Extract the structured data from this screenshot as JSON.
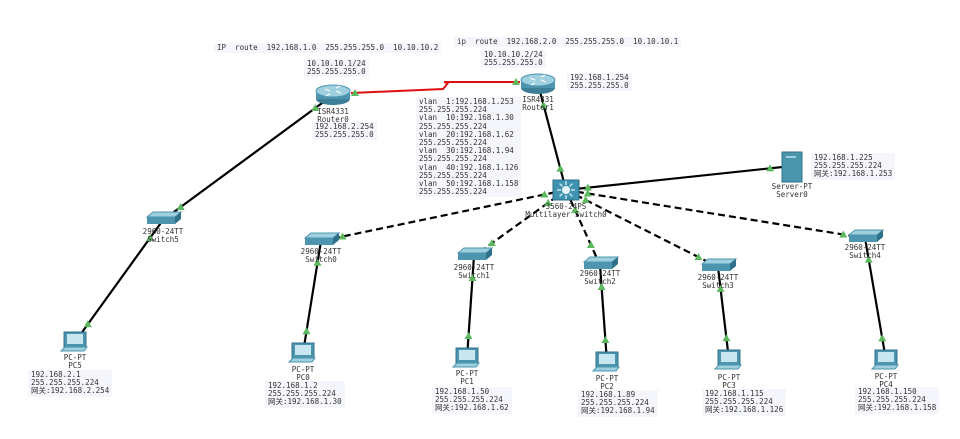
{
  "notes": {
    "router0_route": "IP  route  192.168.1.0  255.255.255.0  10.10.10.2",
    "router1_route": "ip  route  192.168.2.0  255.255.255.0  10.10.10.1",
    "router0_wan": [
      "10.10.10.1/24",
      "255.255.255.0"
    ],
    "router1_wan": [
      "10.10.10.2/24",
      "255.255.255.0"
    ],
    "router1_lan": [
      "192.168.1.254",
      "255.255.255.0"
    ],
    "router0_lan": [
      "192.168.2.254",
      "255.255.255.0"
    ],
    "vlans": [
      "vlan  1:192.168.1.253",
      "255.255.255.224",
      "vlan  10:192.168.1.30",
      "255.255.255.224",
      "vlan  20:192.168.1.62",
      "255.255.255.224",
      "vlan  30:192.168.1.94",
      "255.255.255.224",
      "vlan  40:192.168.1.126",
      "255.255.255.224",
      "vlan  50:192.168.1.158",
      "255.255.255.224"
    ],
    "server0": [
      "192.168.1.225",
      "255.255.255.224",
      "网关:192.168.1.253"
    ],
    "pc5": [
      "192.168.2.1",
      "255.255.255.224",
      "网关:192.168.2.254"
    ],
    "pc0": [
      "192.168.1.2",
      "255.255.255.224",
      "网关:192.168.1.30"
    ],
    "pc1": [
      "192.168.1.50",
      "255.255.255.224",
      "网关:192.168.1.62"
    ],
    "pc2": [
      "192.168.1.89",
      "255.255.255.224",
      "网关:192.168.1.94"
    ],
    "pc3": [
      "192.168.1.115",
      "255.255.255.224",
      "网关:192.168.1.126"
    ],
    "pc4": [
      "192.168.1.150",
      "255.255.255.224",
      "网关:192.168.1.158"
    ]
  },
  "devices": {
    "router0": {
      "model": "ISR4331",
      "name": "Router0",
      "icon": "router-icon"
    },
    "router1": {
      "model": "ISR4331",
      "name": "Router1",
      "icon": "router-icon"
    },
    "mls": {
      "model": "3560-24PS",
      "name": "Multilayer Switch0",
      "icon": "multilayer-switch-icon"
    },
    "server0": {
      "model": "Server-PT",
      "name": "Server0",
      "icon": "server-icon"
    },
    "switch5": {
      "model": "2960-24TT",
      "name": "Switch5",
      "icon": "switch-icon"
    },
    "switch0": {
      "model": "2960-24TT",
      "name": "Switch0",
      "icon": "switch-icon"
    },
    "switch1": {
      "model": "2960-24TT",
      "name": "Switch1",
      "icon": "switch-icon"
    },
    "switch2": {
      "model": "2960-24TT",
      "name": "Switch2",
      "icon": "switch-icon"
    },
    "switch3": {
      "model": "2960-24TT",
      "name": "Switch3",
      "icon": "switch-icon"
    },
    "switch4": {
      "model": "2960-24TT",
      "name": "Switch4",
      "icon": "switch-icon"
    },
    "pc5": {
      "model": "PC-PT",
      "name": "PC5",
      "icon": "pc-icon"
    },
    "pc0": {
      "model": "PC-PT",
      "name": "PC0",
      "icon": "pc-icon"
    },
    "pc1": {
      "model": "PC-PT",
      "name": "PC1",
      "icon": "pc-icon"
    },
    "pc2": {
      "model": "PC-PT",
      "name": "PC2",
      "icon": "pc-icon"
    },
    "pc3": {
      "model": "PC-PT",
      "name": "PC3",
      "icon": "pc-icon"
    },
    "pc4": {
      "model": "PC-PT",
      "name": "PC4",
      "icon": "pc-icon"
    }
  },
  "links": [
    {
      "from": "router0",
      "to": "router1",
      "type": "serial"
    },
    {
      "from": "router0",
      "to": "switch5",
      "type": "straight"
    },
    {
      "from": "switch5",
      "to": "pc5",
      "type": "straight"
    },
    {
      "from": "router1",
      "to": "mls",
      "type": "straight"
    },
    {
      "from": "mls",
      "to": "server0",
      "type": "straight"
    },
    {
      "from": "mls",
      "to": "switch0",
      "type": "crossover"
    },
    {
      "from": "mls",
      "to": "switch1",
      "type": "crossover"
    },
    {
      "from": "mls",
      "to": "switch2",
      "type": "crossover"
    },
    {
      "from": "mls",
      "to": "switch3",
      "type": "crossover"
    },
    {
      "from": "mls",
      "to": "switch4",
      "type": "crossover"
    },
    {
      "from": "switch0",
      "to": "pc0",
      "type": "straight"
    },
    {
      "from": "switch1",
      "to": "pc1",
      "type": "straight"
    },
    {
      "from": "switch2",
      "to": "pc2",
      "type": "straight"
    },
    {
      "from": "switch3",
      "to": "pc3",
      "type": "straight"
    },
    {
      "from": "switch4",
      "to": "pc4",
      "type": "straight"
    }
  ],
  "colors": {
    "serial": "#e01010",
    "cable": "#000000",
    "port_up": "#5cb85c",
    "device": "#4a90a8"
  }
}
